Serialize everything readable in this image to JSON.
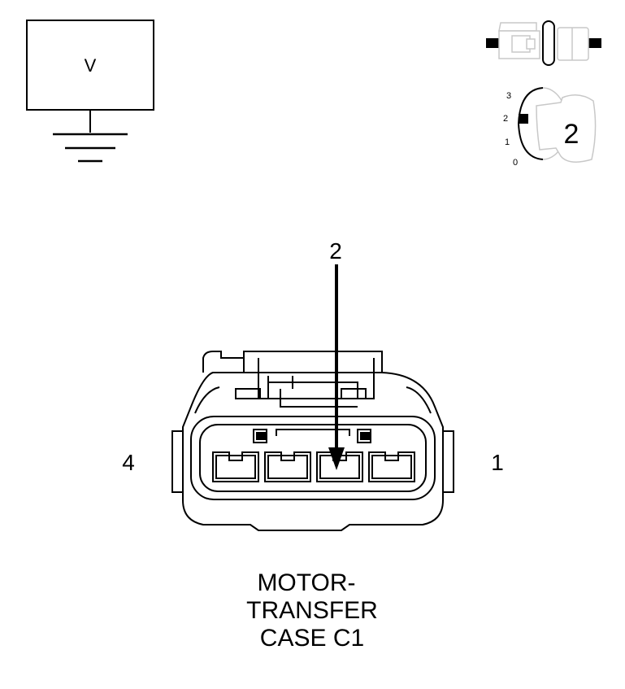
{
  "voltmeter": {
    "label": "V",
    "icon": "voltmeter-ground-icon"
  },
  "connector_release": {
    "icon": "connector-disconnected-icon"
  },
  "ignition": {
    "positions": [
      "3",
      "2",
      "1",
      "0"
    ],
    "selected": "2",
    "key_label": "2",
    "icon": "ignition-key-icon"
  },
  "connector": {
    "probe_pin": "2",
    "left_pin": "4",
    "right_pin": "1",
    "pin_count": 4,
    "icon": "four-pin-connector-icon",
    "title_lines": [
      "MOTOR-",
      "TRANSFER",
      "CASE C1"
    ]
  }
}
